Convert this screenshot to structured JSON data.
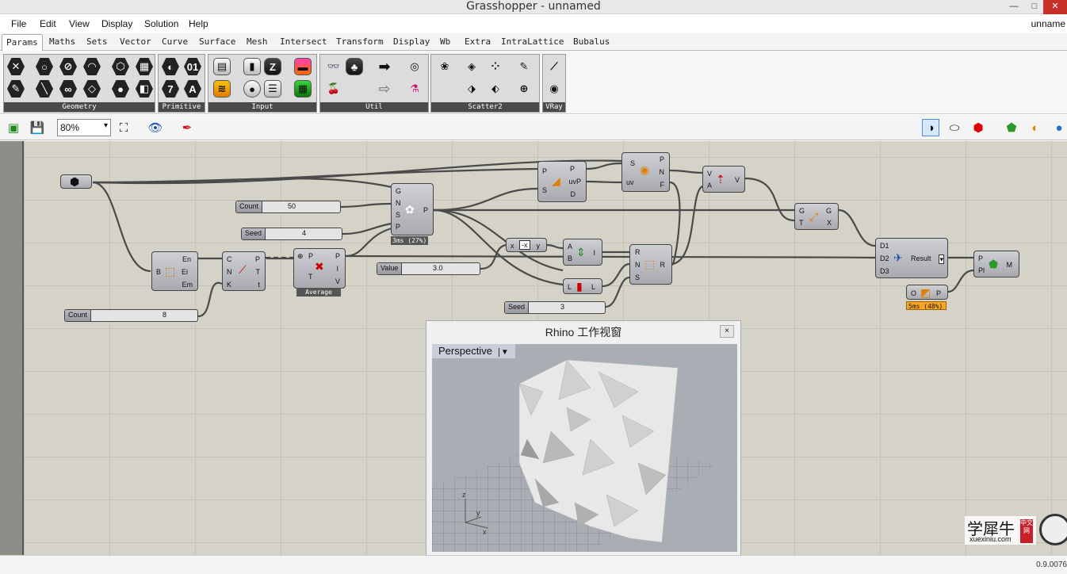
{
  "window": {
    "title": "Grasshopper - unnamed",
    "controls": [
      "—",
      "□",
      "✕"
    ]
  },
  "menu": {
    "items": [
      "File",
      "Edit",
      "View",
      "Display",
      "Solution",
      "Help"
    ],
    "doc_name": "unname"
  },
  "tabs": [
    "Params",
    "Maths",
    "Sets",
    "Vector",
    "Curve",
    "Surface",
    "Mesh",
    "Intersect",
    "Transform",
    "Display",
    "Wb",
    "Extra",
    "IntraLattice",
    "Bubalus"
  ],
  "ribbon_groups": [
    "Geometry",
    "Primitive",
    "Input",
    "Util",
    "Scatter2",
    "VRay"
  ],
  "toolbar": {
    "zoom": "80%"
  },
  "sliders": {
    "count1": {
      "label": "Count",
      "value": "50"
    },
    "seed1": {
      "label": "Seed",
      "value": "4"
    },
    "count2": {
      "label": "Count",
      "value": "8"
    },
    "value1": {
      "label": "Value",
      "value": "3.0"
    },
    "seed2": {
      "label": "Seed",
      "value": "3"
    }
  },
  "nodes": {
    "populate": {
      "inputs": [
        "G",
        "N",
        "S",
        "P"
      ],
      "output": "P",
      "timing": "3ms (27%)"
    },
    "box": {
      "input": "B",
      "outputs": [
        "En",
        "Ei",
        "Em"
      ]
    },
    "divide": {
      "inputs": [
        "C",
        "N",
        "K"
      ],
      "outputs": [
        "P",
        "T",
        "t"
      ]
    },
    "average": {
      "inputs": [
        "P",
        "T"
      ],
      "outputs": [
        "P",
        "I",
        "V"
      ],
      "label": "Average"
    },
    "closest": {
      "inputs": [
        "P",
        "S"
      ],
      "outputs": [
        "P",
        "uvP",
        "D"
      ]
    },
    "evaluate": {
      "inputs": [
        "S",
        "uv"
      ],
      "outputs": [
        "P",
        "N",
        "F"
      ]
    },
    "amplitude": {
      "inputs": [
        "V",
        "A"
      ],
      "output": "V"
    },
    "move": {
      "inputs": [
        "G",
        "T"
      ],
      "outputs": [
        "G",
        "X"
      ]
    },
    "negative": {
      "input": "x",
      "output": "y"
    },
    "range": {
      "inputs": [
        "A",
        "B"
      ],
      "output": "I"
    },
    "random": {
      "inputs": [
        "R",
        "N",
        "S"
      ],
      "output": "R"
    },
    "jitter": {
      "input": "L",
      "output": "L"
    },
    "result": {
      "inputs": [
        "D1",
        "D2",
        "D3"
      ],
      "label": "Result"
    },
    "mesh": {
      "inputs": [
        "P",
        "Pl"
      ],
      "output": "M"
    },
    "plane": {
      "input": "O",
      "output": "P",
      "timing": "5ms (48%)"
    }
  },
  "rhino": {
    "title": "Rhino 工作视窗",
    "viewport": "Perspective",
    "close": "×"
  },
  "status": {
    "version": "0.9.0076"
  },
  "watermark": {
    "main": "学犀牛",
    "url": "xuexiniu.com",
    "stamp": "中文网"
  },
  "colors": {
    "canvas": "#d5d2c8",
    "wire": "#4a4a4a",
    "timing_orange": "#f6a623"
  }
}
